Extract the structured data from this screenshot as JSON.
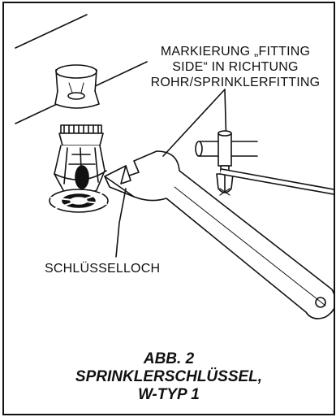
{
  "figure": {
    "marking_label": {
      "lines": [
        "MARKIERUNG „FITTING",
        "SIDE“ IN RICHTUNG",
        "ROHR/SPRINKLERFITTING"
      ]
    },
    "keyhole_label": "SCHLÜSSELLOCH",
    "caption": {
      "lines": [
        "ABB. 2",
        "SPRINKLERSCHLÜSSEL,",
        "W-TYP 1"
      ]
    }
  },
  "colors": {
    "ink": "#111111",
    "paper": "#ffffff"
  }
}
